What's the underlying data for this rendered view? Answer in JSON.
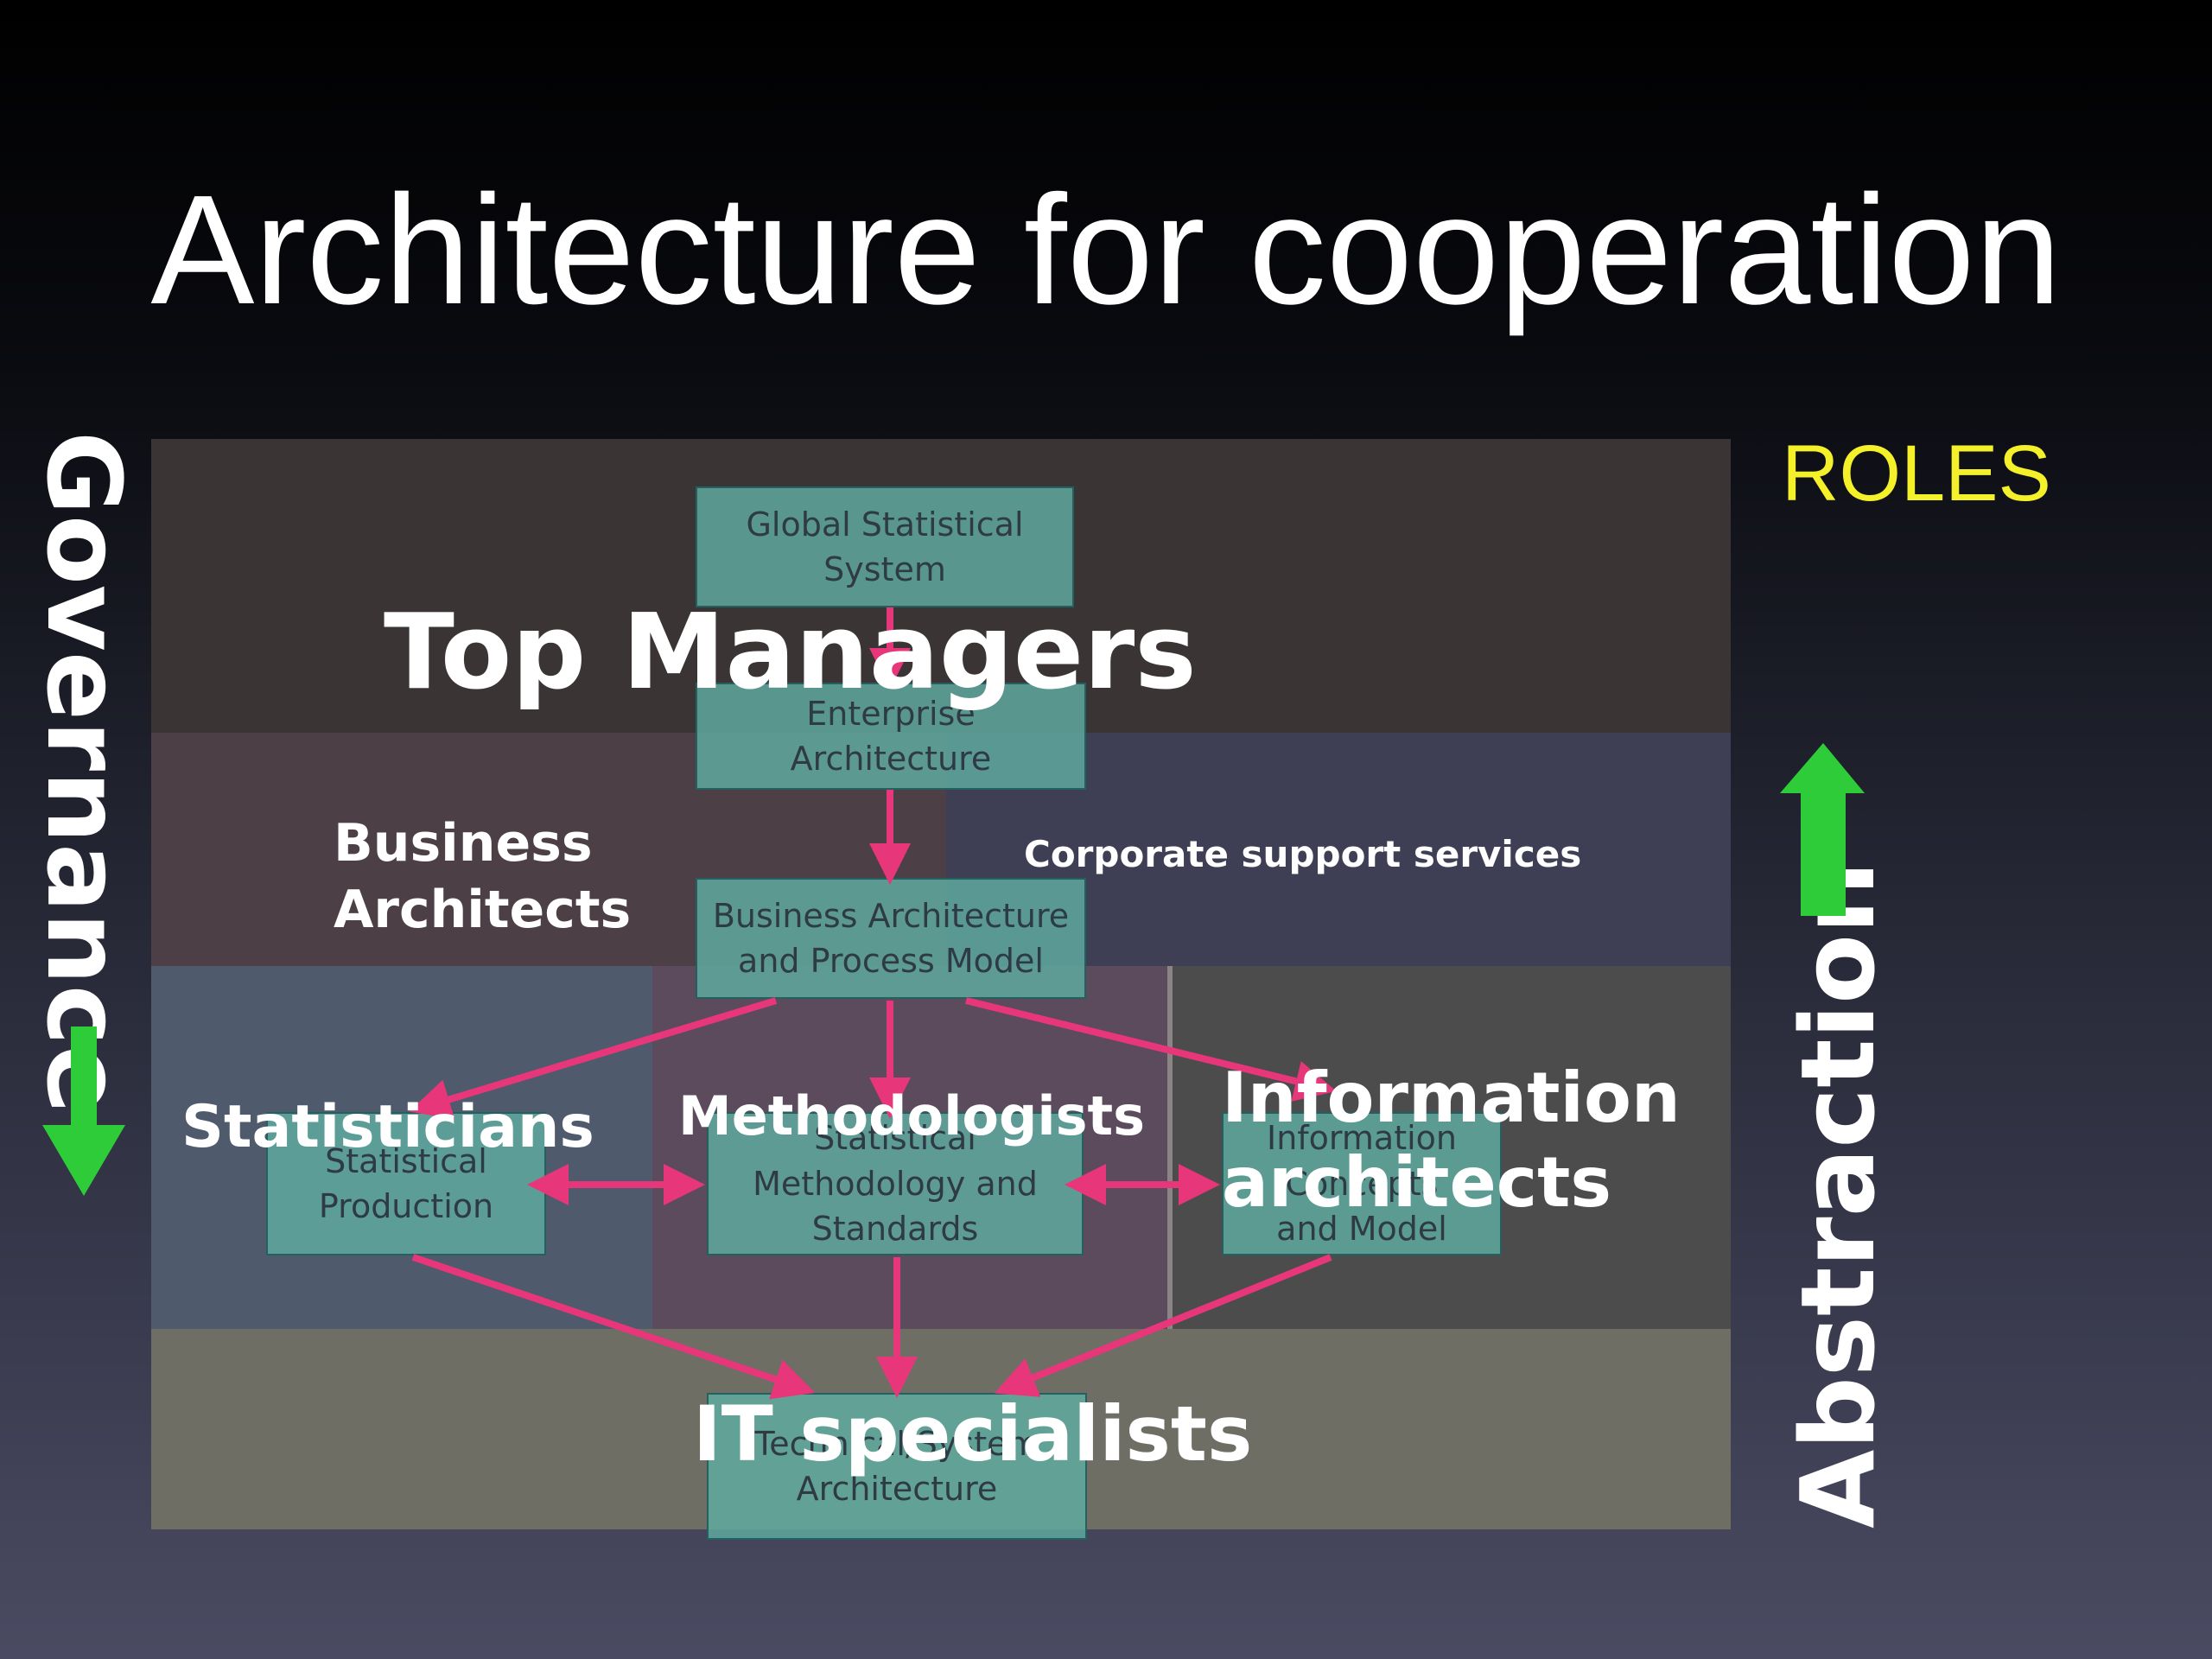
{
  "title": "Architecture for cooperation",
  "roles_heading": "ROLES",
  "axes": {
    "left_label": "Governance",
    "right_label": "Abstraction",
    "arrow_color": "#2fcc3a"
  },
  "processes": {
    "global_statistical_system": "Global Statistical\nSystem",
    "enterprise_architecture": "Enterprise\nArchitecture",
    "business_architecture": "Business Architecture\nand Process Model",
    "statistical_production": "Statistical\nProduction",
    "statistical_methodology": "Statistical\nMethodology and\nStandards",
    "information_concepts": "Information\nConcepts\nand Model",
    "technical_architecture": "Technical/System\nArchitecture"
  },
  "roles": {
    "top_managers": "Top Managers",
    "business_architects": "Business\nArchitects",
    "corporate_support": "Corporate support services",
    "statisticians": "Statisticians",
    "methodologists": "Methodologists",
    "information_architects": "Information\narchitects",
    "it_specialists": "IT specialists"
  },
  "colors": {
    "arrow": "#e8367a",
    "process_fill": "#5faaa0",
    "roles_heading": "#f4f02a"
  }
}
